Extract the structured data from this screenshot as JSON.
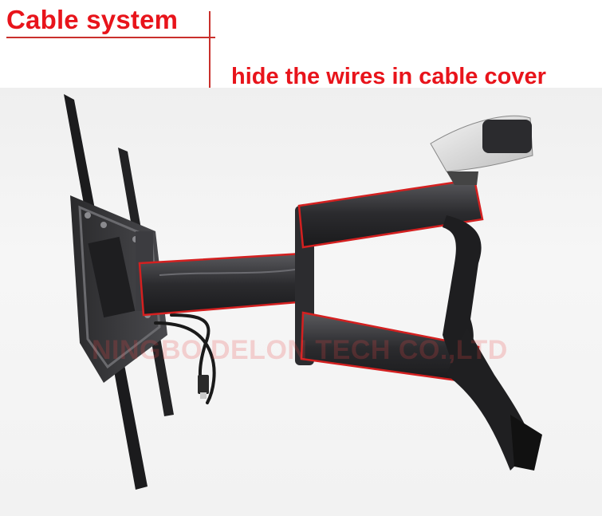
{
  "header": {
    "title": "Cable system",
    "subtitle": "hide the wires in cable cover"
  },
  "watermark": "NINGBO DELON TECH CO.,LTD",
  "colors": {
    "accent": "#e8141b",
    "highlight_outline": "#d42020",
    "metal_dark": "#1f1f21",
    "cover_gray": "#3a3a3d"
  }
}
